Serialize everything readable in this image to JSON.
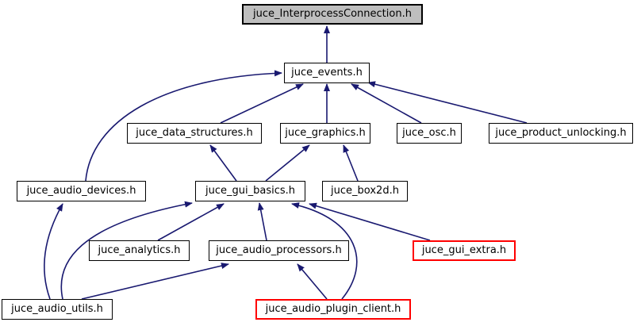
{
  "graph": {
    "type": "include-dependency-graph",
    "colors": {
      "background": "#ffffff",
      "edge": "#191970",
      "node_fill": "#ffffff",
      "node_border": "#000000",
      "focus_fill": "#bebebe",
      "truncated_border": "#ff0000"
    },
    "nodes": [
      {
        "id": "interprocess_connection",
        "label": "juce_InterprocessConnection.h",
        "type": "focus"
      },
      {
        "id": "events",
        "label": "juce_events.h",
        "type": "normal"
      },
      {
        "id": "data_structures",
        "label": "juce_data_structures.h",
        "type": "normal"
      },
      {
        "id": "graphics",
        "label": "juce_graphics.h",
        "type": "normal"
      },
      {
        "id": "osc",
        "label": "juce_osc.h",
        "type": "normal"
      },
      {
        "id": "product_unlocking",
        "label": "juce_product_unlocking.h",
        "type": "normal"
      },
      {
        "id": "audio_devices",
        "label": "juce_audio_devices.h",
        "type": "normal"
      },
      {
        "id": "gui_basics",
        "label": "juce_gui_basics.h",
        "type": "normal"
      },
      {
        "id": "box2d",
        "label": "juce_box2d.h",
        "type": "normal"
      },
      {
        "id": "analytics",
        "label": "juce_analytics.h",
        "type": "normal"
      },
      {
        "id": "audio_processors",
        "label": "juce_audio_processors.h",
        "type": "normal"
      },
      {
        "id": "gui_extra",
        "label": "juce_gui_extra.h",
        "type": "truncated"
      },
      {
        "id": "audio_utils",
        "label": "juce_audio_utils.h",
        "type": "normal"
      },
      {
        "id": "audio_plugin_client",
        "label": "juce_audio_plugin_client.h",
        "type": "truncated"
      }
    ],
    "edges": [
      {
        "from": "juce_events.h",
        "to": "juce_InterprocessConnection.h"
      },
      {
        "from": "juce_audio_devices.h",
        "to": "juce_events.h"
      },
      {
        "from": "juce_data_structures.h",
        "to": "juce_events.h"
      },
      {
        "from": "juce_graphics.h",
        "to": "juce_events.h"
      },
      {
        "from": "juce_osc.h",
        "to": "juce_events.h"
      },
      {
        "from": "juce_product_unlocking.h",
        "to": "juce_events.h"
      },
      {
        "from": "juce_gui_basics.h",
        "to": "juce_data_structures.h"
      },
      {
        "from": "juce_gui_basics.h",
        "to": "juce_graphics.h"
      },
      {
        "from": "juce_box2d.h",
        "to": "juce_graphics.h"
      },
      {
        "from": "juce_audio_utils.h",
        "to": "juce_audio_devices.h"
      },
      {
        "from": "juce_audio_utils.h",
        "to": "juce_gui_basics.h"
      },
      {
        "from": "juce_analytics.h",
        "to": "juce_gui_basics.h"
      },
      {
        "from": "juce_audio_processors.h",
        "to": "juce_gui_basics.h"
      },
      {
        "from": "juce_gui_extra.h",
        "to": "juce_gui_basics.h"
      },
      {
        "from": "juce_audio_plugin_client.h",
        "to": "juce_gui_basics.h"
      },
      {
        "from": "juce_audio_utils.h",
        "to": "juce_audio_processors.h"
      },
      {
        "from": "juce_audio_plugin_client.h",
        "to": "juce_audio_processors.h"
      }
    ]
  }
}
